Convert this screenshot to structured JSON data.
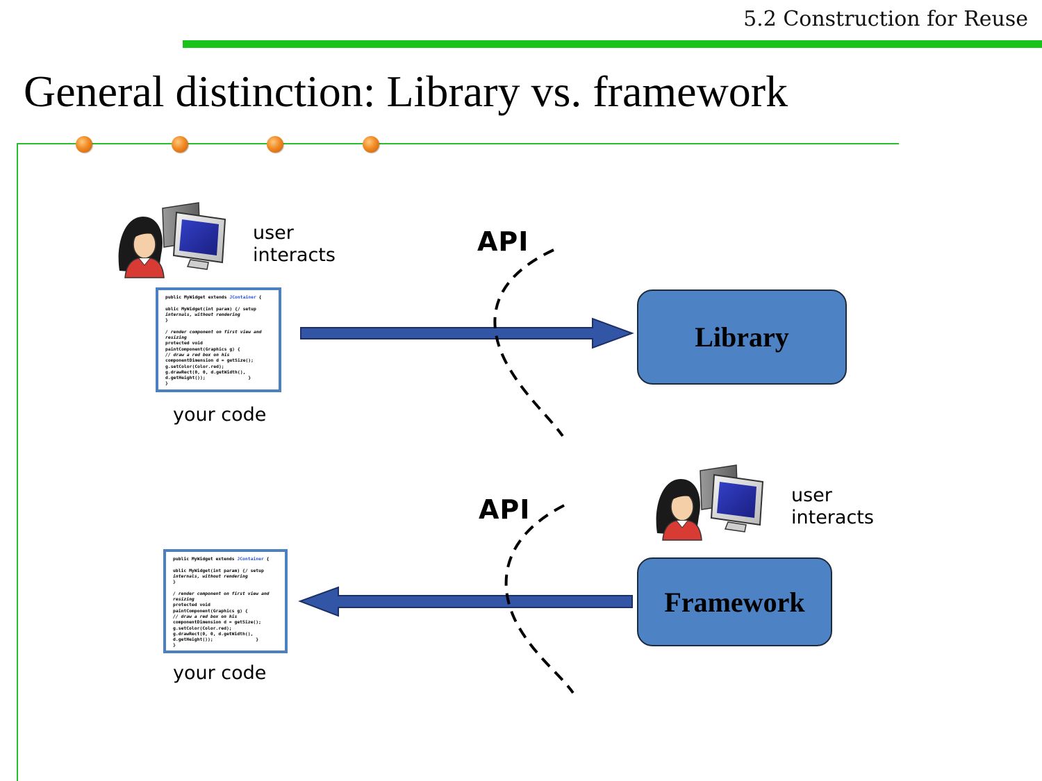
{
  "header": {
    "section": "5.2 Construction for Reuse"
  },
  "slide": {
    "title": "General distinction: Library vs. framework"
  },
  "library_scenario": {
    "user_label": [
      "user",
      "interacts"
    ],
    "api_label": "API",
    "component_label": "Library",
    "code_caption": "your code"
  },
  "framework_scenario": {
    "user_label": [
      "user",
      "interacts"
    ],
    "api_label": "API",
    "component_label": "Framework",
    "code_caption": "your code"
  },
  "code_snippet": [
    {
      "text": "public MyWidget extends ",
      "kw": "JContainer",
      "tail": " {",
      "italic": false
    },
    {
      "text": "",
      "italic": false
    },
    {
      "text": "ublic MyWidget(int param) {/ setup",
      "italic": false
    },
    {
      "text": "internals, without rendering",
      "italic": true
    },
    {
      "text": "}",
      "italic": false
    },
    {
      "text": "",
      "italic": false
    },
    {
      "text": "/ render component on first view and",
      "italic": true
    },
    {
      "text": "resizing",
      "italic": true
    },
    {
      "text": "protected void",
      "italic": false
    },
    {
      "text": "paintComponent(Graphics g) {",
      "italic": false
    },
    {
      "text": "// draw a red box on his",
      "italic": true
    },
    {
      "text": "componentDimension d = getSize();",
      "italic": false
    },
    {
      "text": "g.setColor(Color.red);",
      "italic": false
    },
    {
      "text": "g.drawRect(0, 0, d.getWidth(),",
      "italic": false
    },
    {
      "text": "d.getHeight());                }",
      "italic": false
    },
    {
      "text": "}",
      "italic": false
    }
  ],
  "colors": {
    "accent_green": "#19c41a",
    "box_blue": "#4d83c4",
    "arrow_blue": "#3355a6",
    "bullet_orange": "#f08a24"
  },
  "icons": [
    "user-at-computer-icon",
    "code-document-icon"
  ]
}
